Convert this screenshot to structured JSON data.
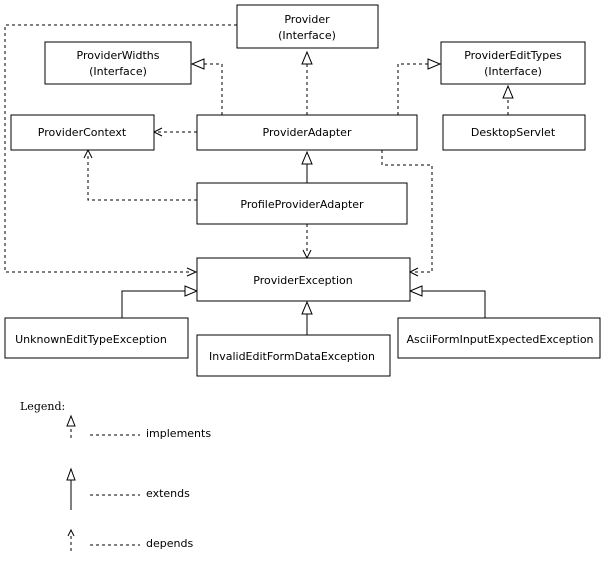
{
  "nodes": {
    "provider": {
      "name": "Provider",
      "stereotype": "(Interface)"
    },
    "provider_widths": {
      "name": "ProviderWidths",
      "stereotype": "(Interface)"
    },
    "provider_edit_types": {
      "name": "ProviderEditTypes",
      "stereotype": "(Interface)"
    },
    "provider_context": {
      "name": "ProviderContext"
    },
    "provider_adapter": {
      "name": "ProviderAdapter"
    },
    "desktop_servlet": {
      "name": "DesktopServlet"
    },
    "profile_provider_adapter": {
      "name": "ProfileProviderAdapter"
    },
    "provider_exception": {
      "name": "ProviderException"
    },
    "unknown_edit_type_exception": {
      "name": "UnknownEditTypeException"
    },
    "invalid_edit_form_data_exception": {
      "name": "InvalidEditFormDataException"
    },
    "ascii_form_input_expected_exception": {
      "name": "AsciiFormInputExpectedException"
    }
  },
  "legend": {
    "title": "Legend:",
    "implements": "implements",
    "extends": "extends",
    "depends": "depends"
  }
}
